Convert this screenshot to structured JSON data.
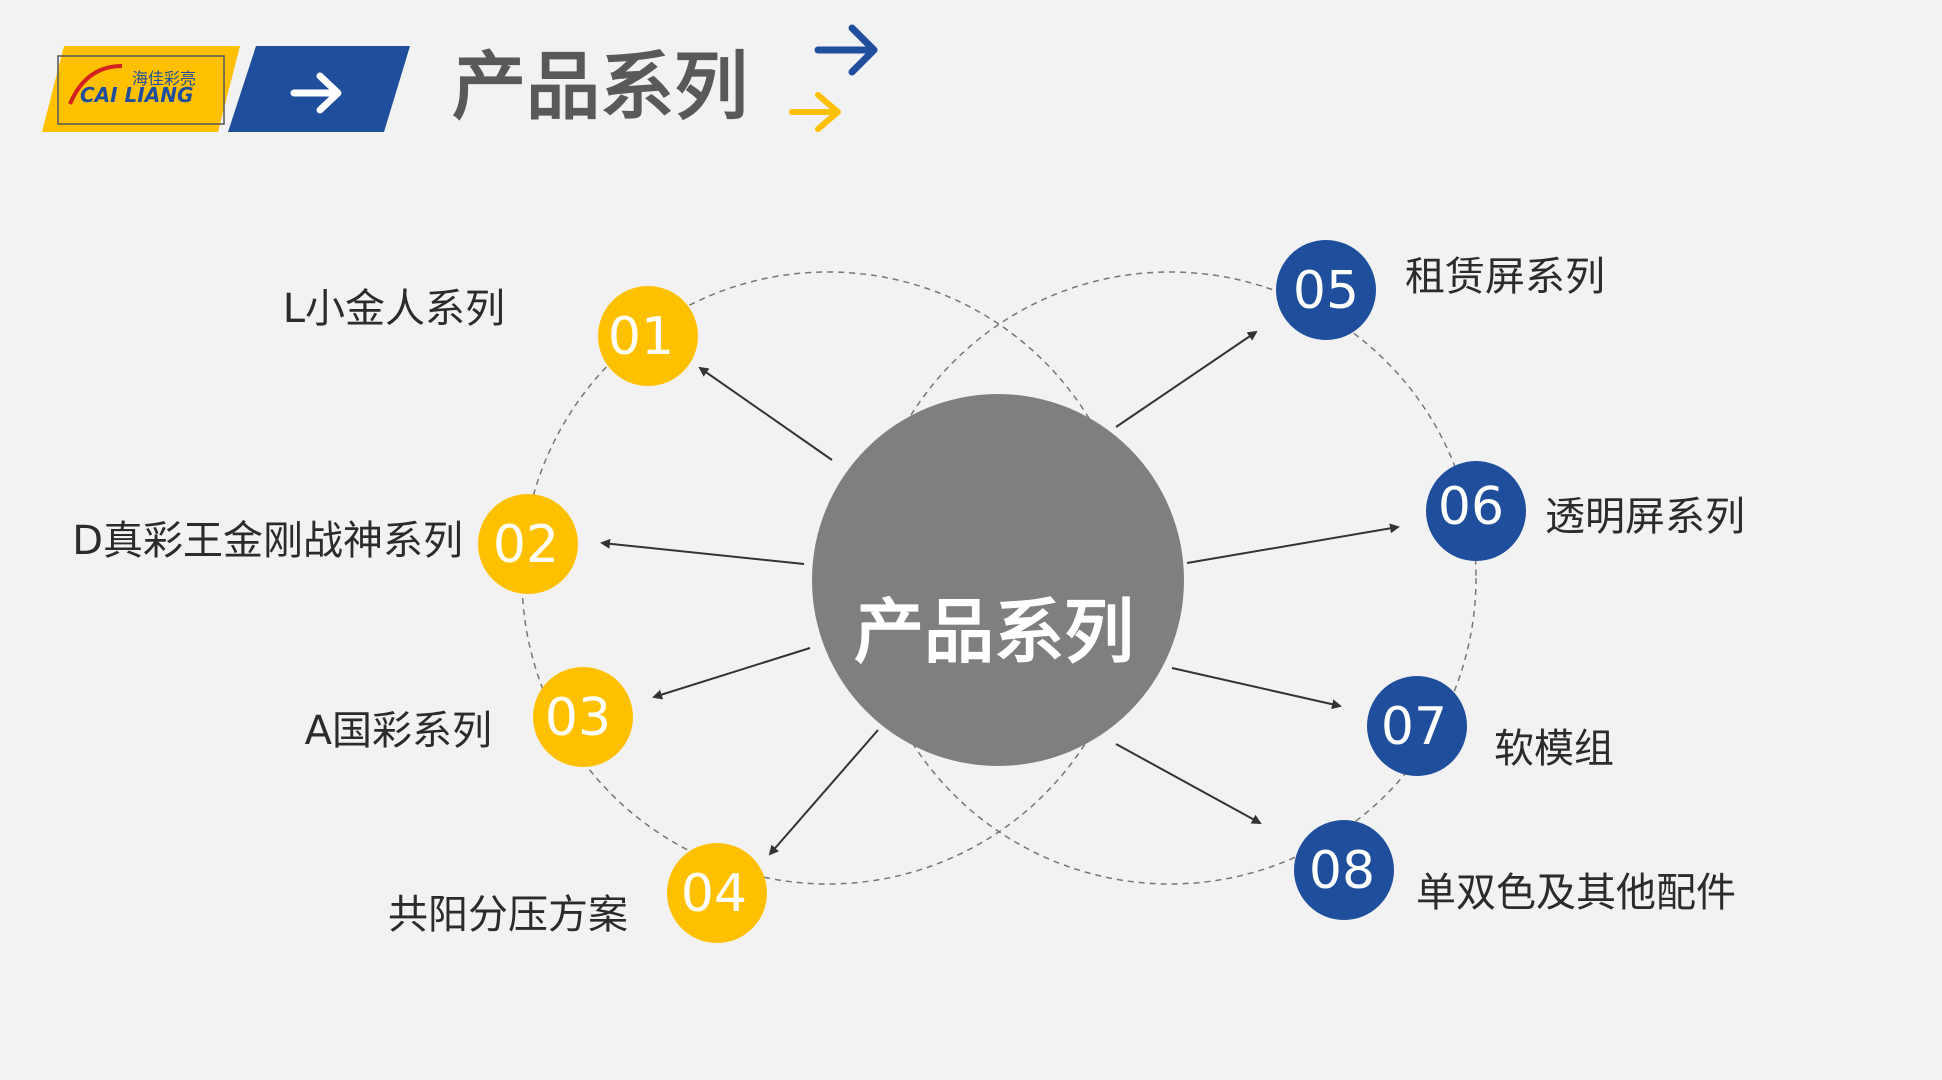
{
  "header": {
    "logo_cn": "海佳彩亮",
    "logo_en": "CAI LIANG",
    "title": "产品系列"
  },
  "center": {
    "label": "产品系列"
  },
  "items": [
    {
      "num": "01",
      "label": "L小金人系列"
    },
    {
      "num": "02",
      "label": "D真彩王金刚战神系列"
    },
    {
      "num": "03",
      "label": "A国彩系列"
    },
    {
      "num": "04",
      "label": "共阳分压方案"
    },
    {
      "num": "05",
      "label": "租赁屏系列"
    },
    {
      "num": "06",
      "label": "透明屏系列"
    },
    {
      "num": "07",
      "label": "软模组"
    },
    {
      "num": "08",
      "label": "单双色及其他配件"
    }
  ],
  "colors": {
    "yellow": "#FFC000",
    "blue": "#1F4E9C",
    "center_gray": "#7F7F7F",
    "background": "#F2F2F2"
  }
}
